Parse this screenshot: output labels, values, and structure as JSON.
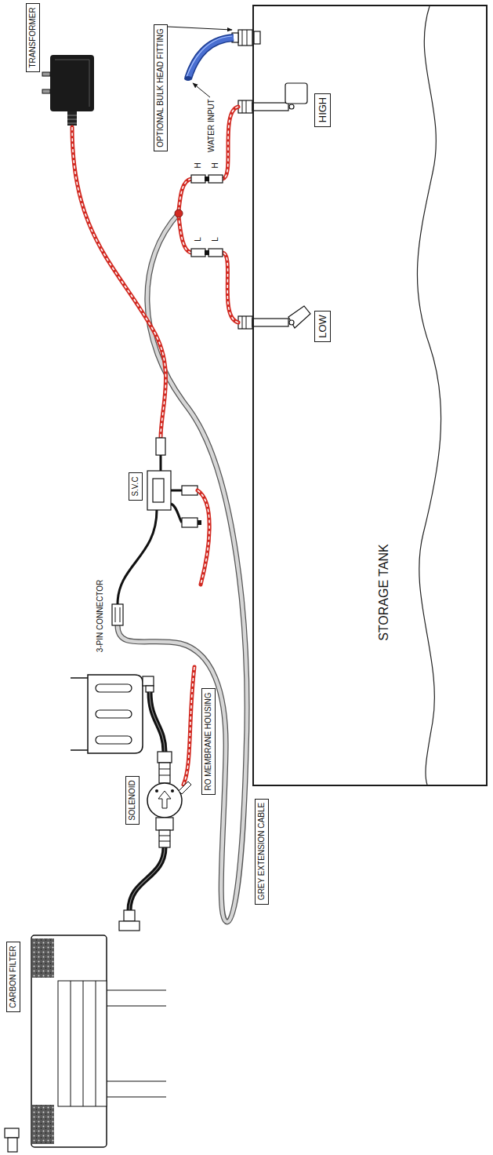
{
  "diagram": {
    "nodes": [
      {
        "text": [
          "TRANSFORMER"
        ]
      },
      {
        "text": [
          "OPTIONAL BULK HEAD FITTING"
        ]
      },
      {
        "text": [
          "STORAGE TANK"
        ]
      },
      {
        "text": [
          "HIGH"
        ],
        "in": 2
      },
      {
        "text": [
          "LOW"
        ],
        "in": 2
      },
      {
        "text": [
          "S.V.C"
        ]
      },
      {
        "text": [
          "GREY EXTENSION CABLE"
        ]
      },
      {
        "text": [
          "RO MEMBRANE HOUSING"
        ]
      },
      {
        "text": [
          "SOLENOID"
        ]
      },
      {
        "text": [
          "CARBON FILTER"
        ]
      }
    ],
    "labels": [
      "WATER INPUT",
      "H",
      "H",
      "L",
      "L",
      "3-PIN CONNECTOR"
    ]
  }
}
